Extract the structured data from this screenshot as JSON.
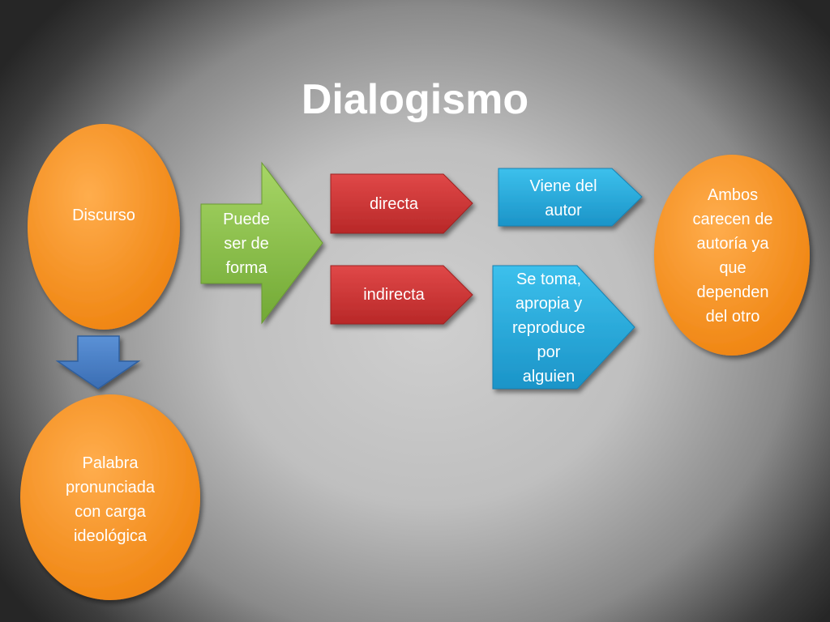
{
  "title": "Dialogismo",
  "nodes": {
    "discurso": "Discurso",
    "palabra_l1": "Palabra",
    "palabra_l2": "pronunciada",
    "palabra_l3": "con carga",
    "palabra_l4": "ideológica",
    "puede_l1": "Puede",
    "puede_l2": "ser de",
    "puede_l3": "forma",
    "directa": "directa",
    "indirecta": "indirecta",
    "viene_l1": "Viene del",
    "viene_l2": "autor",
    "se_l1": "Se  toma,",
    "se_l2": "apropia y",
    "se_l3": "reproduce",
    "se_l4": "por",
    "se_l5": "alguien",
    "ambos_l1": "Ambos",
    "ambos_l2": "carecen de",
    "ambos_l3": "autoría ya",
    "ambos_l4": "que",
    "ambos_l5": "dependen",
    "ambos_l6": "del otro"
  },
  "colors": {
    "orange": "#f7931e",
    "green": "#8bc34a",
    "red": "#d13a3a",
    "cyan": "#29a9d8",
    "blue": "#4a7fc4"
  }
}
